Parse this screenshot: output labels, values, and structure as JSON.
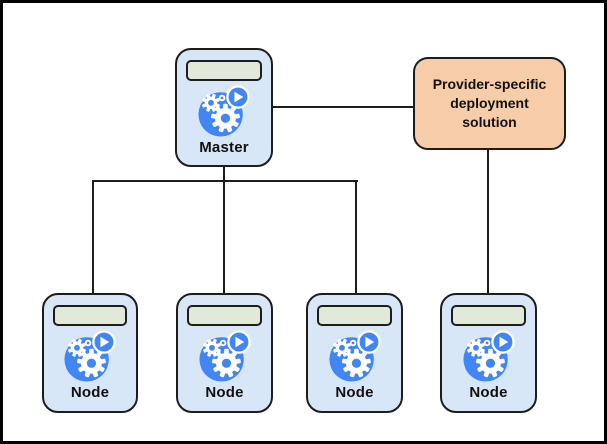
{
  "diagram": {
    "master": {
      "label": "Master",
      "icon": "gears-play-icon"
    },
    "provider_box": {
      "label": "Provider-specific\ndeployment\nsolution"
    },
    "nodes": [
      {
        "label": "Node",
        "icon": "gears-play-icon"
      },
      {
        "label": "Node",
        "icon": "gears-play-icon"
      },
      {
        "label": "Node",
        "icon": "gears-play-icon"
      },
      {
        "label": "Node",
        "icon": "gears-play-icon"
      }
    ],
    "colors": {
      "machine_fill": "#d8e7f7",
      "machine_border": "#1d1d1d",
      "screen_fill": "#e1ead9",
      "icon_blue": "#4285f4",
      "provider_fill": "#f7cda9",
      "line_color": "#1d1d1d",
      "text_color": "#111111"
    }
  }
}
